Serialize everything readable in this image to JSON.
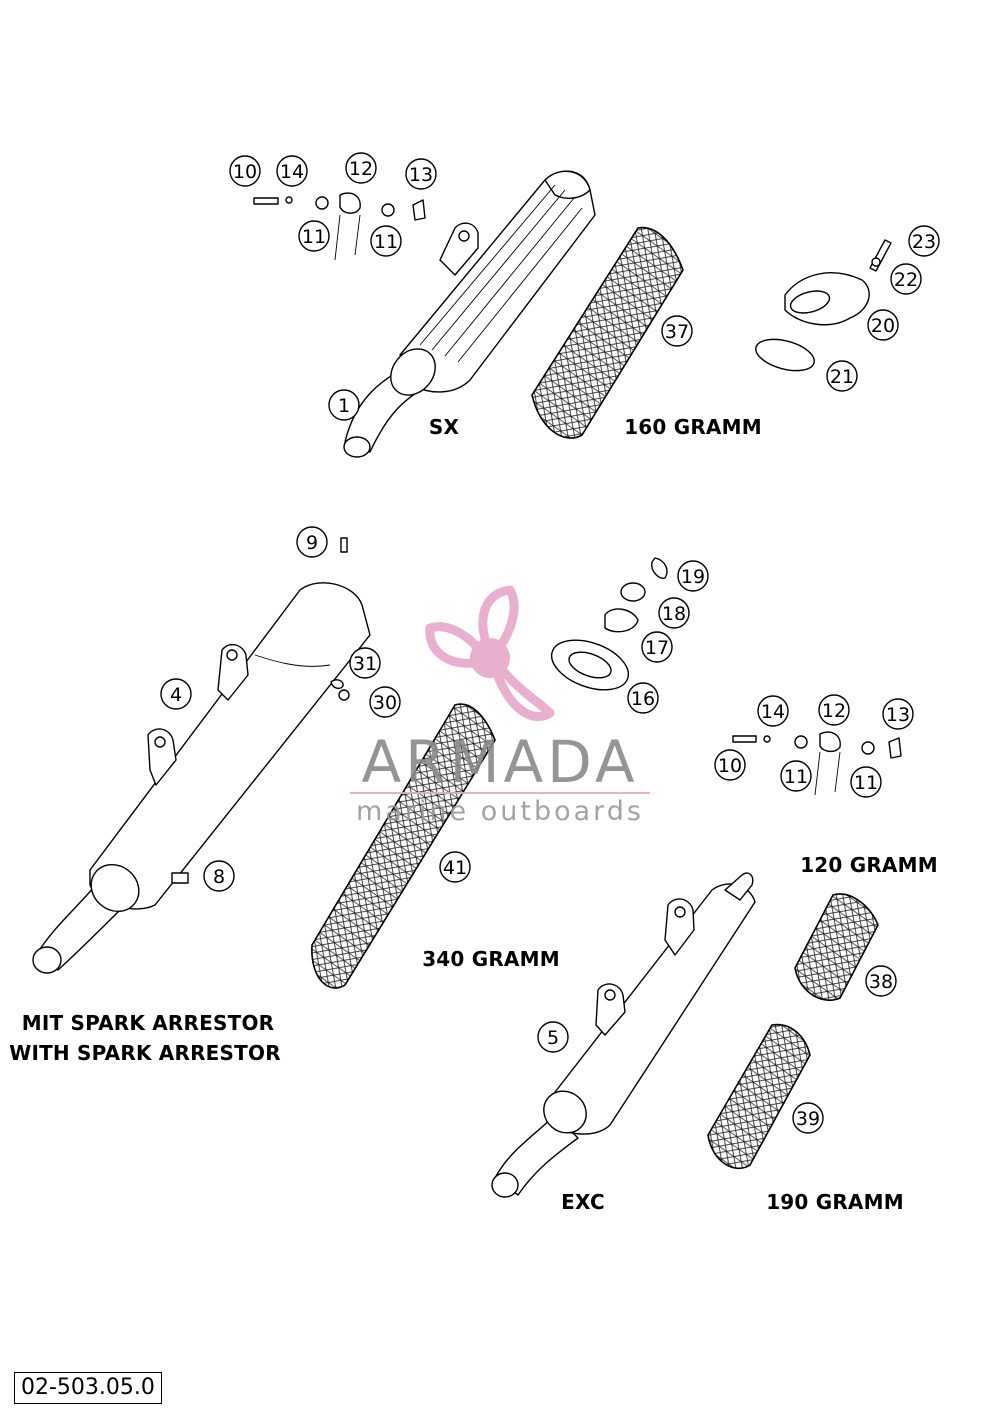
{
  "diagram": {
    "drawing_code": "02-503.05.0",
    "labels": {
      "sx": "SX",
      "gramm_160": "160 GRAMM",
      "gramm_340": "340 GRAMM",
      "gramm_120": "120 GRAMM",
      "gramm_190": "190 GRAMM",
      "exc": "EXC",
      "mit_spark": "MIT SPARK ARRESTOR",
      "with_spark": "WITH SPARK ARRESTOR"
    },
    "callouts": {
      "c10a": "10",
      "c14a": "14",
      "c12a": "12",
      "c13a": "13",
      "c11a": "11",
      "c11b": "11",
      "c23": "23",
      "c22": "22",
      "c20": "20",
      "c21": "21",
      "c37": "37",
      "c1": "1",
      "c9": "9",
      "c19": "19",
      "c18": "18",
      "c17": "17",
      "c16": "16",
      "c31": "31",
      "c30": "30",
      "c4": "4",
      "c8": "8",
      "c41": "41",
      "c14b": "14",
      "c12b": "12",
      "c13b": "13",
      "c10b": "10",
      "c11c": "11",
      "c11d": "11",
      "c38": "38",
      "c39": "39",
      "c5": "5"
    }
  },
  "watermark": {
    "brand": "ARMADA",
    "tagline": "marine outboards",
    "color_pink": "#e6a7c9",
    "color_gray": "#8a8a8a"
  }
}
